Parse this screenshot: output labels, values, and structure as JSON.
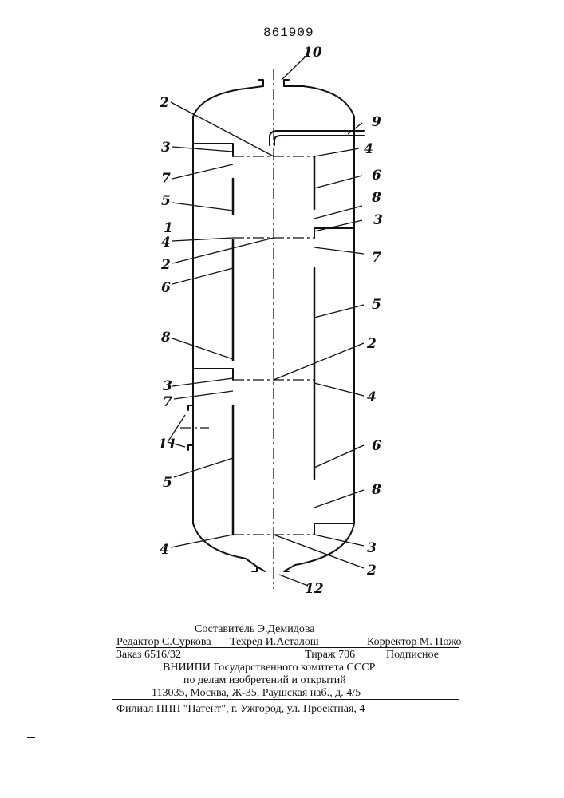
{
  "header": {
    "patent_number": "861909"
  },
  "drawing": {
    "callouts": {
      "c1": "1",
      "c2a": "2",
      "c2b": "2",
      "c2c": "2",
      "c2d": "2",
      "c3a": "3",
      "c3b": "3",
      "c3c": "3",
      "c3d": "3",
      "c4a": "4",
      "c4b": "4",
      "c4c": "4",
      "c4d": "4",
      "c5a": "5",
      "c5b": "5",
      "c5c": "5",
      "c6a": "6",
      "c6b": "6",
      "c6c": "6",
      "c7a": "7",
      "c7b": "7",
      "c7c": "7",
      "c8a": "8",
      "c8b": "8",
      "c8c": "8",
      "c9": "9",
      "c10": "10",
      "c11": "11",
      "c12": "12"
    }
  },
  "footer": {
    "compiler": "Составитель Э.Демидова",
    "editor": "Редактор С.Суркова",
    "tech_editor": "Техред И.Асталош",
    "corrector": "Корректор М. Пожо",
    "order": "Заказ 6516/32",
    "circulation": "Тираж 706",
    "signed": "Подписное",
    "org_line1": "ВНИИПИ Государственного комитета СССР",
    "org_line2": "по делам изобретений и открытий",
    "address": "113035, Москва, Ж-35, Раушская наб., д. 4/5",
    "branch": "Филиал ППП \"Патент\", г. Ужгород, ул. Проектная, 4"
  }
}
